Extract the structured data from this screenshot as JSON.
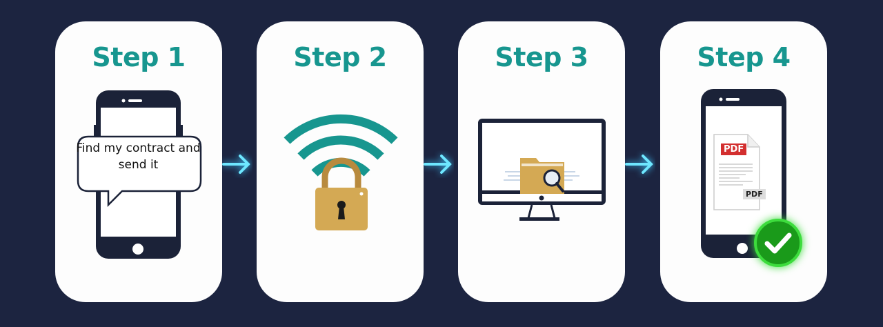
{
  "steps": [
    {
      "title": "Step 1",
      "bubble_text": "Find my contract and send it",
      "icon": "phone-chat-icon"
    },
    {
      "title": "Step 2",
      "icon": "wifi-lock-icon"
    },
    {
      "title": "Step 3",
      "icon": "monitor-folder-search-icon"
    },
    {
      "title": "Step 4",
      "pdf_label": "PDF",
      "pdf_label_small": "PDF",
      "icon": "phone-pdf-check-icon"
    }
  ],
  "colors": {
    "background": "#1c2440",
    "accent": "#17968f",
    "arrow": "#6ee7ff",
    "gold": "#d4a954",
    "check": "#1faa1f"
  }
}
